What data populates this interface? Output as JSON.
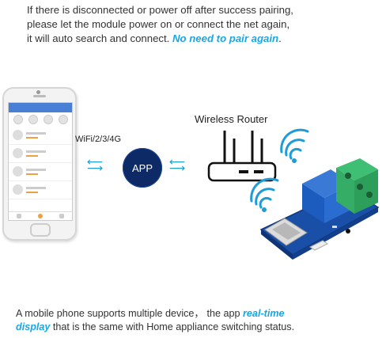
{
  "top_text": {
    "line1": "If there is disconnected or power off after success pairing,",
    "line2": "please let the module power on or connect the net again,",
    "line3_prefix": "it will auto search and connect. ",
    "line3_highlight": "No need to pair again",
    "line3_suffix": "."
  },
  "diagram": {
    "network_label": "WiFi/2/3/4G",
    "app_label": "APP",
    "router_label": "Wireless Router"
  },
  "bottom_text": {
    "line1_prefix": "A mobile phone supports multiple device， the app ",
    "line1_highlight": "real-time",
    "line2_highlight": "display",
    "line2_suffix": " that is the same with Home appliance switching status."
  },
  "colors": {
    "highlight": "#1aa6e6",
    "app_circle": "#0d2a66",
    "arrows": "#1f9bd6",
    "board": "#1a4fa8",
    "terminals": "#2e9e5b"
  }
}
